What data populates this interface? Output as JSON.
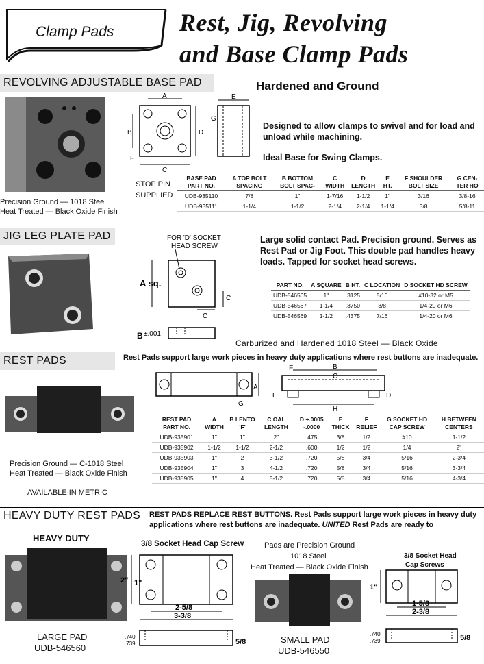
{
  "header": {
    "tab_label": "Clamp Pads",
    "title_line1": "Rest, Jig, Revolving",
    "title_line2": "and Base Clamp Pads"
  },
  "revolving": {
    "section_title": "REVOLVING ADJUSTABLE BASE PAD",
    "subtitle": "Hardened and Ground",
    "desc1": "Designed to allow clamps to swivel and for load and unload while machining.",
    "desc2": "Ideal Base for Swing Clamps.",
    "caption1": "Precision Ground — 1018 Steel",
    "caption2": "Heat Treated — Black Oxide Finish",
    "side_label_1": "STOP PIN",
    "side_label_2": "SUPPLIED",
    "headers": [
      "BASE PAD PART NO.",
      "A TOP BOLT SPACING",
      "B BOTTOM BOLT SPAC-",
      "C WIDTH",
      "D LENGTH",
      "E HT.",
      "F SHOULDER BOLT SIZE",
      "G CEN- TER HO"
    ],
    "rows": [
      [
        "UDB-935110",
        "7/8",
        "1\"",
        "1-7/16",
        "1-1/2",
        "1\"",
        "3/16",
        "3/8-16"
      ],
      [
        "UDB-935111",
        "1-1/4",
        "1-1/2",
        "2-1/4",
        "2-1/4",
        "1-1/4",
        "3/8",
        "5/8-11"
      ]
    ]
  },
  "jig": {
    "section_title": "JIG LEG PLATE PAD",
    "desc": "Large solid contact Pad. Precision ground. Serves as Rest Pad or Jig Foot. This double pad handles heavy loads. Tapped for socket head screws.",
    "note": "Carburized and Hardened 1018 Steel — Black Oxide",
    "diagram_label_1": "FOR 'D' SOCKET",
    "diagram_label_2": "HEAD SCREW",
    "dim_a": "A sq.",
    "dim_b": "B",
    "dim_tol": "±.001",
    "headers": [
      "PART NO.",
      "A SQUARE",
      "B HT.",
      "C LOCATION",
      "D SOCKET HD SCREW"
    ],
    "rows": [
      [
        "UDB-546565",
        "1\"",
        ".3125",
        "5/16",
        "#10-32 or M5"
      ],
      [
        "UDB-546567",
        "1-1/4",
        ".3750",
        "3/8",
        "1/4-20 or M6"
      ],
      [
        "UDB-546569",
        "1-1/2",
        ".4375",
        "7/16",
        "1/4-20 or M6"
      ]
    ]
  },
  "rest": {
    "section_title": "REST PADS",
    "desc": "Rest Pads support large work pieces in heavy duty applications where rest buttons are inadequate.",
    "caption1": "Precision Ground — C-1018 Steel",
    "caption2": "Heat Treated — Black Oxide Finish",
    "metric": "AVAILABLE IN METRIC",
    "headers": [
      "REST PAD PART NO.",
      "A WIDTH",
      "B LENTO 'F'",
      "C OAL LENGTH",
      "D +.0005 -.0000",
      "E THICK",
      "F RELIEF",
      "G SOCKET HD CAP SCREW",
      "H BETWEEN CENTERS"
    ],
    "rows": [
      [
        "UDB-935901",
        "1\"",
        "1\"",
        "2\"",
        ".475",
        "3/8",
        "1/2",
        "#10",
        "1-1/2"
      ],
      [
        "UDB-935902",
        "1-1/2",
        "1-1/2",
        "2-1/2",
        ".600",
        "1/2",
        "1/2",
        "1/4",
        "2\""
      ],
      [
        "UDB-935903",
        "1\"",
        "2",
        "3-1/2",
        ".720",
        "5/8",
        "3/4",
        "5/16",
        "2-3/4"
      ],
      [
        "UDB-935904",
        "1\"",
        "3",
        "4-1/2",
        ".720",
        "5/8",
        "3/4",
        "5/16",
        "3-3/4"
      ],
      [
        "UDB-935905",
        "1\"",
        "4",
        "5-1/2",
        ".720",
        "5/8",
        "3/4",
        "5/16",
        "4-3/4"
      ]
    ]
  },
  "heavy": {
    "section_title": "HEAVY DUTY REST PADS",
    "desc_lead": "REST PADS REPLACE REST BUTTONS.",
    "desc_body": "Rest Pads support large work pieces in heavy duty applications where rest buttons are inadequate.",
    "desc_brand": "UNITED",
    "desc_tail": "Rest Pads are ready to",
    "heavy_label": "HEAVY DUTY",
    "large_screw_label": "3/8 Socket Head Cap Screw",
    "large_dims": [
      "2\"",
      "1\"",
      "2-5/8",
      "3-3/8",
      ".740",
      ".739",
      "5/8"
    ],
    "large_label": "LARGE PAD",
    "large_part": "UDB-546560",
    "note1": "Pads are Precision Ground",
    "note2": "1018 Steel",
    "note3": "Heat Treated — Black Oxide Finish",
    "small_screw_label_1": "3/8 Socket Head",
    "small_screw_label_2": "Cap Screws",
    "small_dims": [
      "1\"",
      "1-5/8",
      "2-3/8",
      ".740",
      ".739",
      "5/8"
    ],
    "small_label": "SMALL PAD",
    "small_part": "UDB-546550"
  },
  "diagram_letters": {
    "rev": [
      "A",
      "B",
      "C",
      "D",
      "E",
      "F",
      "G"
    ],
    "jig": [
      "C",
      "C"
    ],
    "rest": [
      "F",
      "B",
      "C",
      "A",
      "E",
      "G",
      "H",
      "D"
    ]
  }
}
